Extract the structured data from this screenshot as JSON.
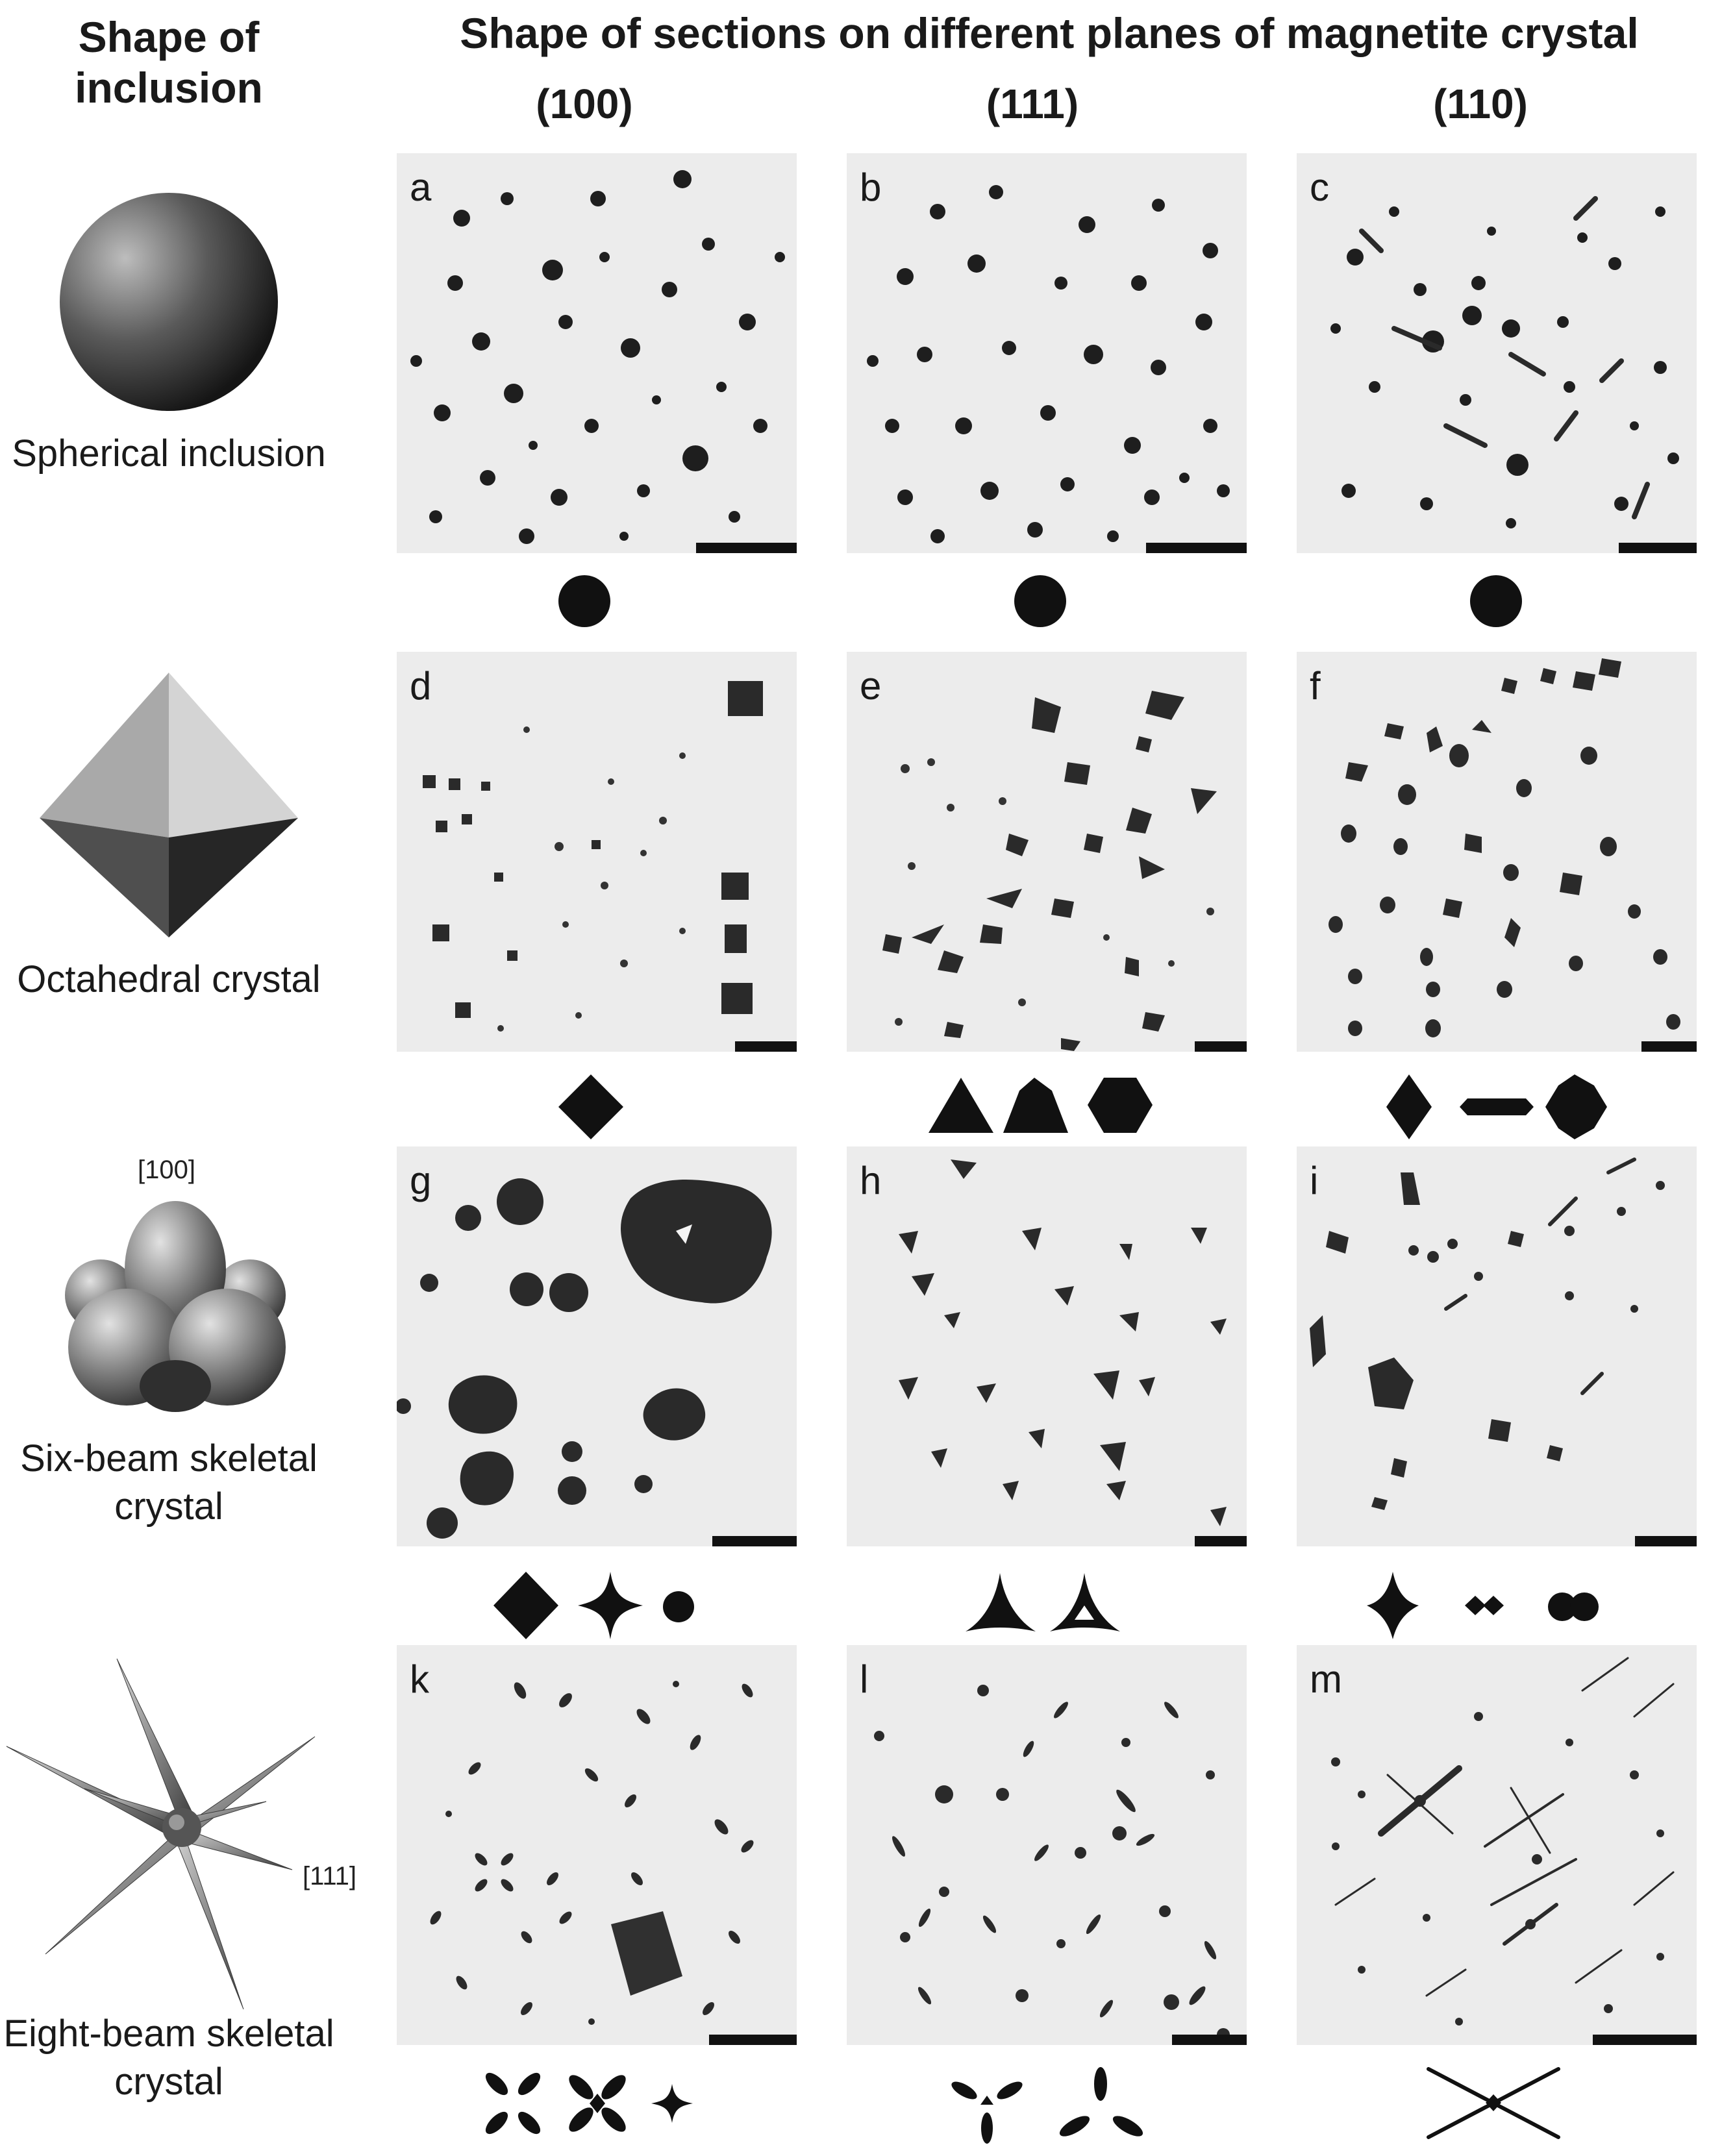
{
  "header": {
    "left_title": "Shape of inclusion",
    "main_title": "Shape of sections on different planes of magnetite crystal",
    "planes": [
      "(100)",
      "(111)",
      "(110)"
    ]
  },
  "rows": [
    {
      "label": "Spherical inclusion",
      "panels": [
        "a",
        "b",
        "c"
      ]
    },
    {
      "label": "Octahedral crystal",
      "panels": [
        "d",
        "e",
        "f"
      ]
    },
    {
      "label": "Six-beam skeletal crystal",
      "direction": "[100]",
      "panels": [
        "g",
        "h",
        "i"
      ]
    },
    {
      "label": "Eight-beam skeletal crystal",
      "direction": "[111]",
      "panels": [
        "k",
        "l",
        "m"
      ]
    }
  ]
}
